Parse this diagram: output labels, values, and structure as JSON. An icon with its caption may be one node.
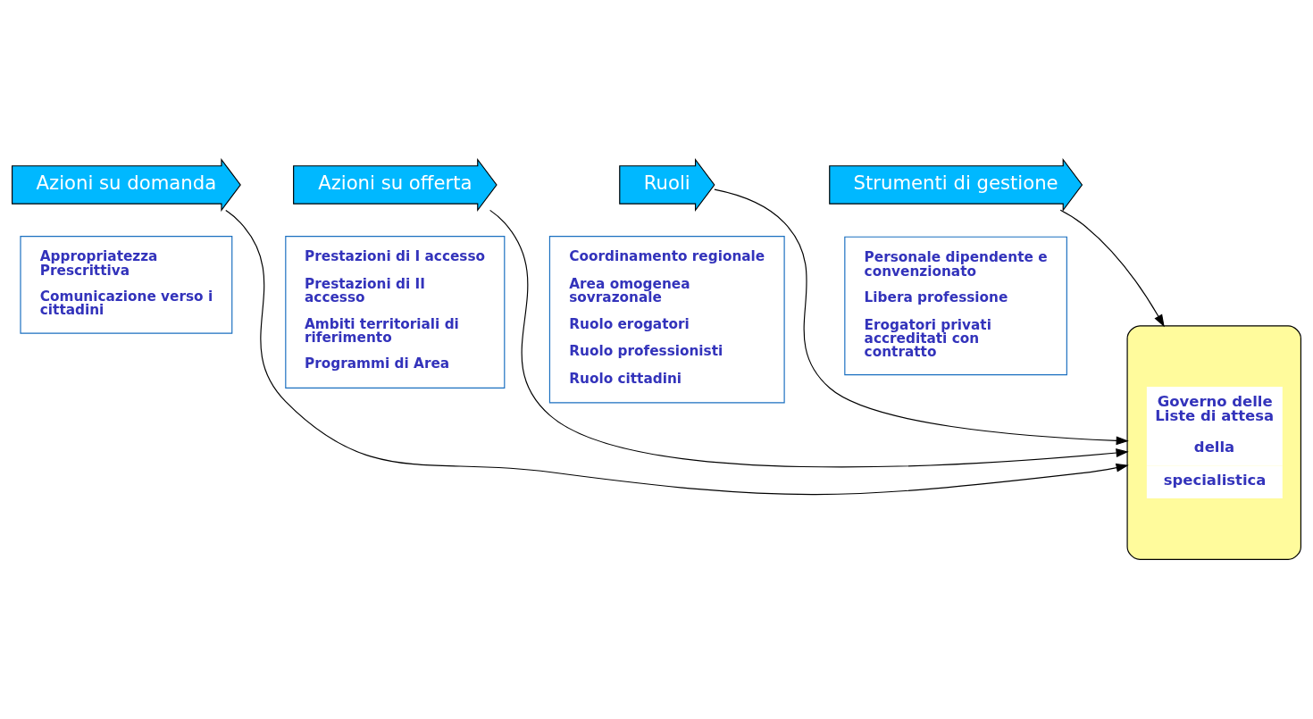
{
  "diagram": {
    "nodes": [
      {
        "text": [
          "Azioni su domanda"
        ]
      },
      {
        "text": [
          "Appropriatezza Prescrittiva",
          "Comunicazione verso i cittadini"
        ]
      },
      {
        "text": [
          "Azioni su offerta"
        ]
      },
      {
        "text": [
          "Prestazioni di I accesso",
          "Prestazioni di II accesso",
          "Ambiti territoriali di riferimento",
          "Programmi di Area"
        ]
      },
      {
        "text": [
          "Ruoli"
        ]
      },
      {
        "text": [
          "Coordinamento regionale",
          "Area omogenea sovrazonale",
          "Ruolo erogatori",
          "Ruolo professionisti",
          "Ruolo cittadini"
        ]
      },
      {
        "text": [
          "Strumenti di gestione"
        ]
      },
      {
        "text": [
          "Personale dipendente e convenzionato",
          "Libera professione",
          "Erogatori privati accreditati con contratto"
        ]
      },
      {
        "text": [
          "Governo delle Liste di attesa",
          "della",
          "specialistica"
        ]
      }
    ],
    "edges": [
      {
        "from": 0,
        "to": 8,
        "arrow": "to"
      },
      {
        "from": 2,
        "to": 8,
        "arrow": "to"
      },
      {
        "from": 4,
        "to": 8,
        "arrow": "to"
      },
      {
        "from": 6,
        "to": 8,
        "arrow": "to"
      }
    ]
  }
}
